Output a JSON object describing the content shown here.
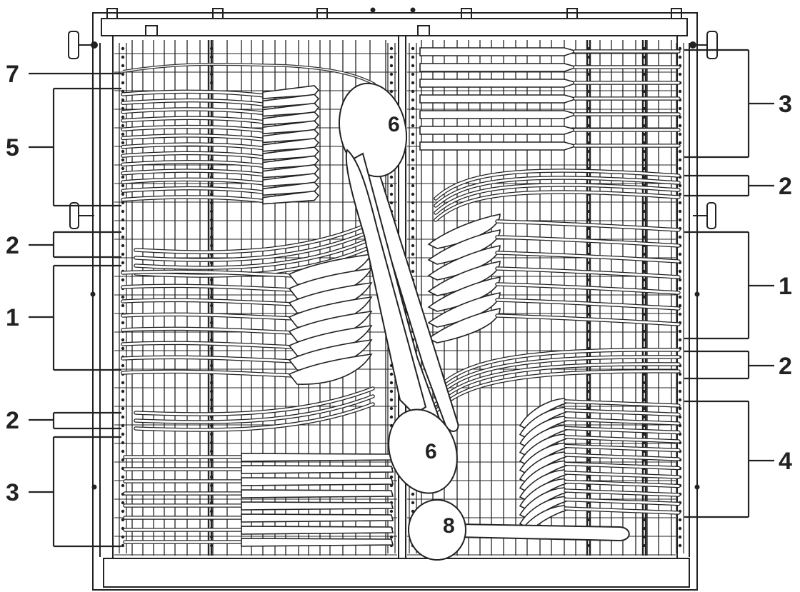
{
  "diagram": {
    "left_callouts": [
      {
        "id": "l7",
        "text": "7"
      },
      {
        "id": "l5",
        "text": "5"
      },
      {
        "id": "l2a",
        "text": "2"
      },
      {
        "id": "l1",
        "text": "1"
      },
      {
        "id": "l2b",
        "text": "2"
      },
      {
        "id": "l3",
        "text": "3"
      }
    ],
    "right_callouts": [
      {
        "id": "r3",
        "text": "3"
      },
      {
        "id": "r2a",
        "text": "2"
      },
      {
        "id": "r1",
        "text": "1"
      },
      {
        "id": "r2b",
        "text": "2"
      },
      {
        "id": "r4",
        "text": "4"
      }
    ],
    "inner_labels": [
      {
        "id": "serving-spoon-top",
        "text": "6"
      },
      {
        "id": "serving-spoon-bottom",
        "text": "6"
      },
      {
        "id": "ladle",
        "text": "8"
      }
    ]
  }
}
